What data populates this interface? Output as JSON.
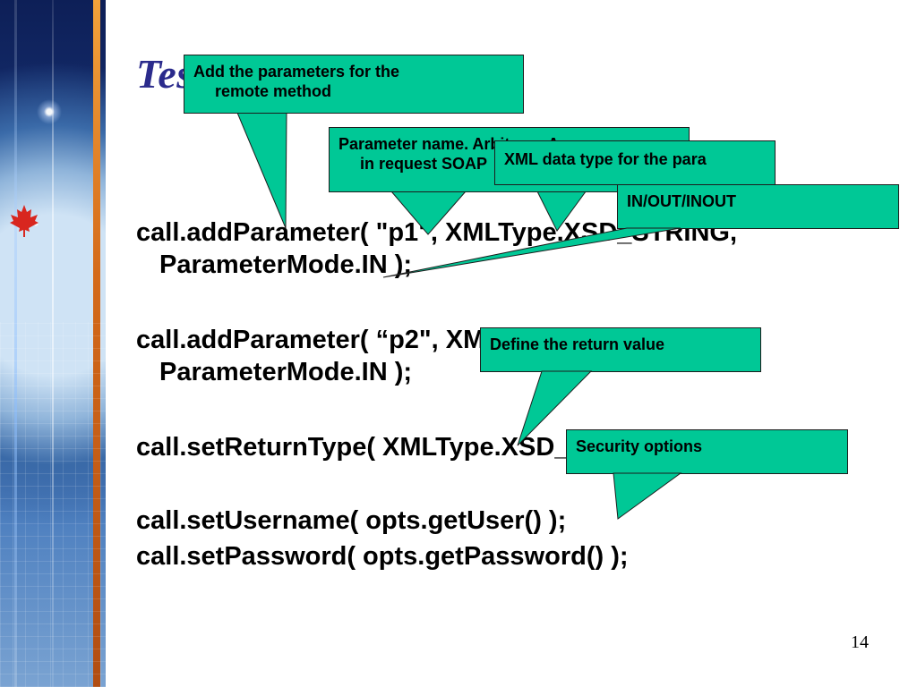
{
  "slide": {
    "title": "Tes",
    "page_number": "14"
  },
  "code": {
    "line1a": "call.addParameter( \"p1\", XMLType.XSD_STRING,",
    "line1b": "ParameterMode.IN );",
    "line2a": "call.addParameter( “p2\", XMLType.XSD_STRING,",
    "line2b": "ParameterMode.IN );",
    "line3": "call.setReturnType( XMLType.XSD_STRING );",
    "line4": "call.setUsername( opts.getUser() );",
    "line5": "call.setPassword( opts.getPassword() );"
  },
  "callouts": {
    "params": {
      "line1": "Add the parameters for the",
      "line2": "remote method"
    },
    "name": {
      "line1": "Parameter name. Arbitrary. Appear",
      "line2": "in request SOAP"
    },
    "xml_type": {
      "line1": "XML data type for the para"
    },
    "inout": {
      "line1": "IN/OUT/INOUT"
    },
    "return_value": {
      "line1": "Define the return value"
    },
    "security": {
      "line1": "Security options"
    }
  },
  "colors": {
    "callout_fill": "#00c896",
    "title": "#2b2b8c",
    "band_accent": "#d46a1a"
  }
}
